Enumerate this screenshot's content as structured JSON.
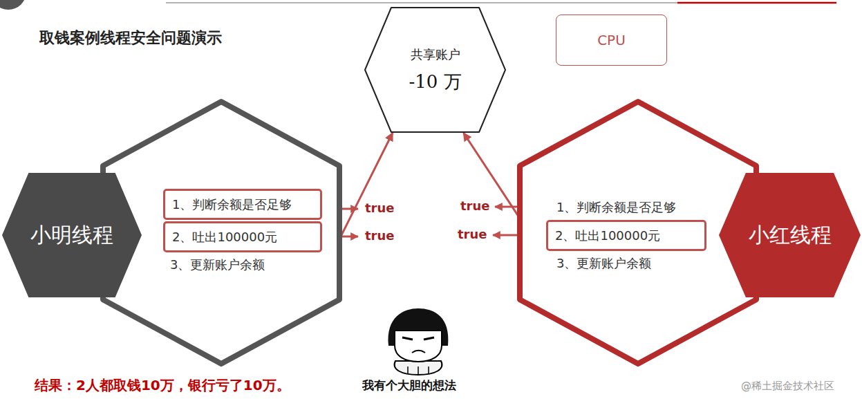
{
  "diagram": {
    "title": "取钱案例线程安全问题演示",
    "caption": "结果：2人都取钱10万，银行亏了10万。",
    "nodes": [
      {
        "text": [
          "共享账户",
          "-10 万"
        ]
      },
      {
        "text": [
          "CPU"
        ]
      },
      {
        "text": [
          "小明线程"
        ]
      },
      {
        "text": []
      },
      {
        "text": [
          "1、判断余额是否足够"
        ],
        "in": 3
      },
      {
        "text": [
          "2、吐出100000元"
        ],
        "in": 3
      },
      {
        "text": [
          "3、更新账户余额"
        ],
        "in": 3
      },
      {
        "text": []
      },
      {
        "text": [
          "1、判断余额是否足够"
        ],
        "in": 7
      },
      {
        "text": [
          "2、吐出100000元"
        ],
        "in": 7
      },
      {
        "text": [
          "3、更新账户余额"
        ],
        "in": 7
      },
      {
        "text": [
          "小红线程"
        ]
      }
    ],
    "edges": [
      {
        "from": 6,
        "to": 0,
        "arrow": "to"
      },
      {
        "from": 10,
        "to": 0,
        "arrow": "to"
      }
    ],
    "labels": [
      "true",
      "true",
      "true",
      "true",
      "我有个大胆的想法",
      "@稀土掘金技术社区"
    ]
  }
}
